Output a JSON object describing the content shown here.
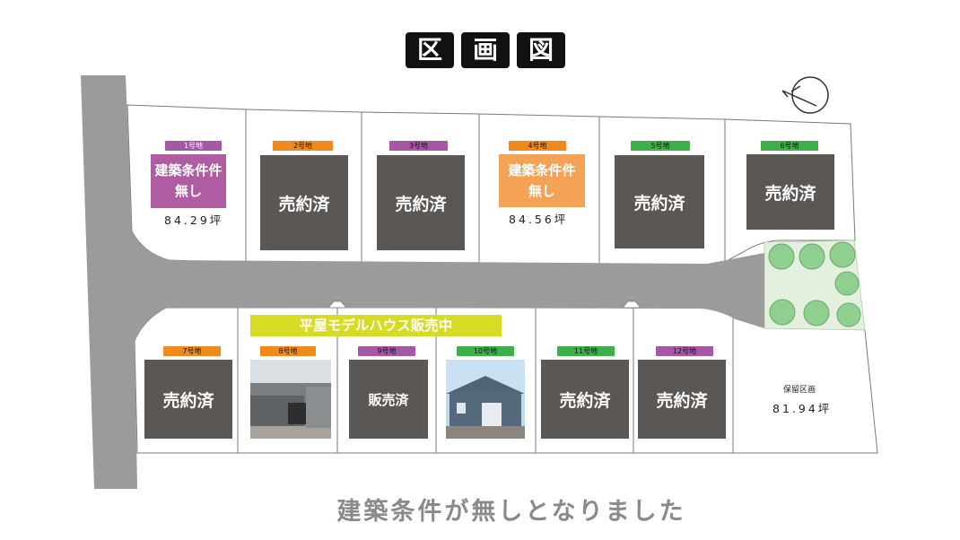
{
  "title": [
    "区",
    "画",
    "図"
  ],
  "footer_note": "建築条件が無しとなりました",
  "banner": "平屋モデルハウス販売中",
  "colors": {
    "road": "#9b9b9b",
    "sold": "#5b5754",
    "purple": "#b05ca3",
    "orange": "#f4a255",
    "green_badge": "#3db04a",
    "orange_badge": "#f08a1c",
    "purple_badge": "#a657a5",
    "banner": "#d6db24",
    "park": "#e3f0de"
  },
  "lots": [
    {
      "number": "1号地",
      "badge_color": "purple",
      "status": "建築条件無し",
      "lines": [
        "建築条件件",
        "無し"
      ],
      "area": "84.29坪"
    },
    {
      "number": "2号地",
      "badge_color": "orange",
      "status": "売約済"
    },
    {
      "number": "3号地",
      "badge_color": "purple",
      "status": "売約済"
    },
    {
      "number": "4号地",
      "badge_color": "orange",
      "status": "建築条件無し",
      "lines": [
        "建築条件件",
        "無し"
      ],
      "area": "84.56坪"
    },
    {
      "number": "5号地",
      "badge_color": "green",
      "status": "売約済"
    },
    {
      "number": "6号地",
      "badge_color": "green",
      "status": "売約済"
    },
    {
      "number": "7号地",
      "badge_color": "orange",
      "status": "売約済"
    },
    {
      "number": "8号地",
      "badge_color": "orange",
      "status": "photo"
    },
    {
      "number": "9号地",
      "badge_color": "purple",
      "status": "販売済"
    },
    {
      "number": "10号地",
      "badge_color": "green",
      "status": "photo"
    },
    {
      "number": "11号地",
      "badge_color": "green",
      "status": "売約済"
    },
    {
      "number": "12号地",
      "badge_color": "purple",
      "status": "売約済"
    }
  ],
  "reserved": {
    "label": "保留区画",
    "area": "81.94坪"
  },
  "compass_icon": "north-arrow-icon"
}
